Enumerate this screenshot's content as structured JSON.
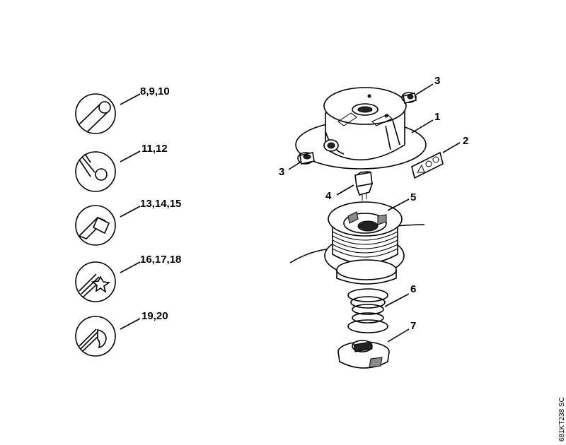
{
  "line_options": [
    {
      "label": "8,9,10",
      "icon": "round-line-icon"
    },
    {
      "label": "11,12",
      "icon": "twisted-line-icon"
    },
    {
      "label": "13,14,15",
      "icon": "square-line-icon"
    },
    {
      "label": "16,17,18",
      "icon": "star-line-icon"
    },
    {
      "label": "19,20",
      "icon": "serrated-line-icon"
    }
  ],
  "callouts": {
    "housing": "1",
    "decal": "2",
    "eyelet_top": "3",
    "eyelet_left": "3",
    "bolt": "4",
    "spool": "5",
    "spring": "6",
    "cap": "7"
  },
  "diagram_code": "681KT238 SC"
}
